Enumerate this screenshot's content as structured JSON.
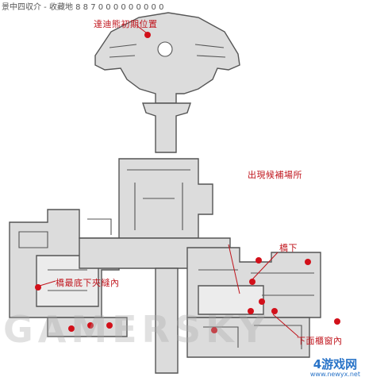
{
  "header_text": "景中四収介 - 收藏地 8 8 7 0 0 0 0 0 0 0 0 0",
  "labels": {
    "initial_position": "達迪熊初期位置",
    "appearance_title": "出現候補場所",
    "under_bridge": "橋下",
    "bridge_bottom_gap": "橋最底下夾縫內",
    "lower_cabinet": "下面櫃窗內"
  },
  "watermark": "GAMERSKY",
  "logo": {
    "name": "4游戏网",
    "url": "www.newyx.net"
  },
  "colors": {
    "wall": "#555555",
    "floor": "#dcdcdc",
    "marker": "#d2101a"
  },
  "markers": [
    {
      "id": "top-hall"
    },
    {
      "id": "left-wall"
    },
    {
      "id": "bottom-left-1"
    },
    {
      "id": "bottom-left-2"
    },
    {
      "id": "bottom-left-3"
    },
    {
      "id": "bridge-right"
    },
    {
      "id": "far-right-upper"
    },
    {
      "id": "center-low"
    },
    {
      "id": "cabinet-1"
    },
    {
      "id": "cabinet-2"
    },
    {
      "id": "cabinet-3"
    },
    {
      "id": "far-right-lower"
    },
    {
      "id": "bottom-center"
    }
  ]
}
